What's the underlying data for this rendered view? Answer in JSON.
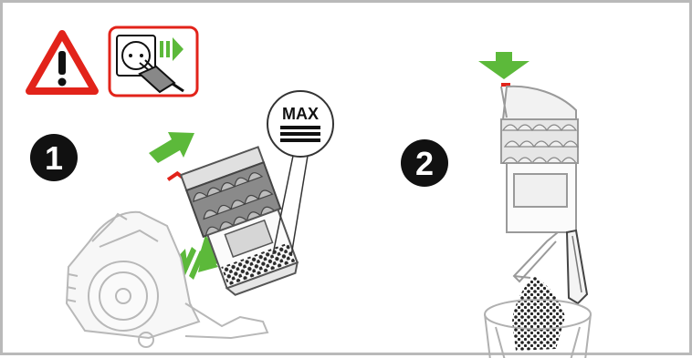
{
  "diagram": {
    "max_label": "MAX",
    "step_1": "1",
    "step_2": "2",
    "colors": {
      "warning_red": "#e2231a",
      "arrow_green": "#5cb93a",
      "outline_gray": "#b3b3b3",
      "ink": "#111111",
      "debris": "#333333"
    },
    "icons": {
      "warning": "warning-triangle-icon",
      "unplug": "unplug-power-icon",
      "arrow": "green-arrow-icon"
    }
  }
}
